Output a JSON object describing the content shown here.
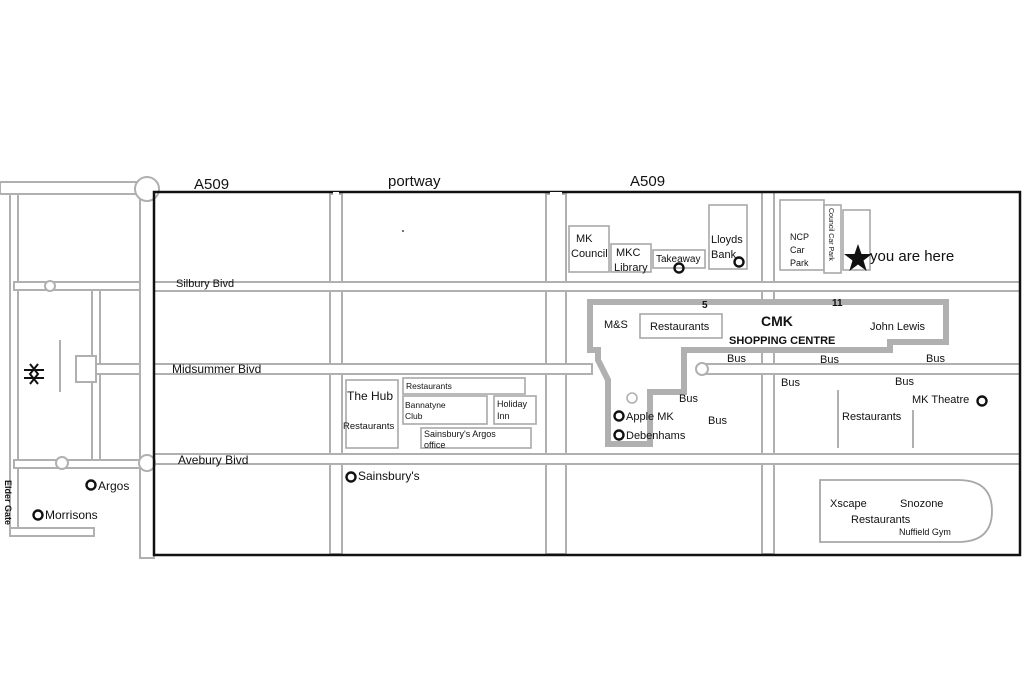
{
  "roads": {
    "a509_left": "A509",
    "portway": "portway",
    "a509_right": "A509",
    "silbury": "Silbury  Bivd",
    "midsummer": "Midsummer Bivd",
    "avebury": "Avebury Bivd",
    "elder_gate": "Elder Gate"
  },
  "buildings": {
    "mk_council_1": "MK",
    "mk_council_2": "Council",
    "mkc_library_1": "MKC",
    "mkc_library_2": "Library",
    "takeaway": "Takeaway",
    "lloyds_1": "Lloyds",
    "lloyds_2": "Bank",
    "ncp_1": "NCP",
    "ncp_2": "Car",
    "ncp_3": "Park",
    "council_car_park": "Council Car Park",
    "you_are_here": "you are here",
    "ms": "M&S",
    "cmk_restaurants": "Restaurants",
    "cmk_1": "CMK",
    "cmk_2": "SHOPPING CENTRE",
    "john_lewis": "John Lewis",
    "entrance_5": "5",
    "entrance_11": "11",
    "the_hub": "The Hub",
    "hub_restaurants": "Restaurants",
    "restaurants_strip": "Restaurants",
    "bannatyne_1": "Bannatyne",
    "bannatyne_2": "Club",
    "holiday_1": "Holiday",
    "holiday_2": "Inn",
    "sainsburys_office_1": "Sainsbury's Argos",
    "sainsburys_office_2": "office",
    "apple": "Apple MK",
    "debenhams": "Debenhams",
    "theatre_restaurants": "Restaurants",
    "mk_theatre": "MK Theatre",
    "xscape": "Xscape",
    "snozone": "Snozone",
    "xscape_restaurants": "Restaurants",
    "nuffield": "Nuffield Gym",
    "sainsburys": "Sainsbury's",
    "argos": "Argos",
    "morrisons": "Morrisons"
  },
  "bus": {
    "bus_1": "Bus",
    "bus_2": "Bus",
    "bus_3": "Bus",
    "bus_4": "Bus",
    "bus_5": "Bus",
    "bus_6": "Bus",
    "bus_7": "Bus"
  },
  "icons": {
    "station": "railway-station-icon",
    "you_are_here": "star-icon",
    "poi": "circle-marker-icon"
  },
  "colors": {
    "road_outline": "#b0b0b0",
    "border": "#111111",
    "marker": "#111111"
  }
}
